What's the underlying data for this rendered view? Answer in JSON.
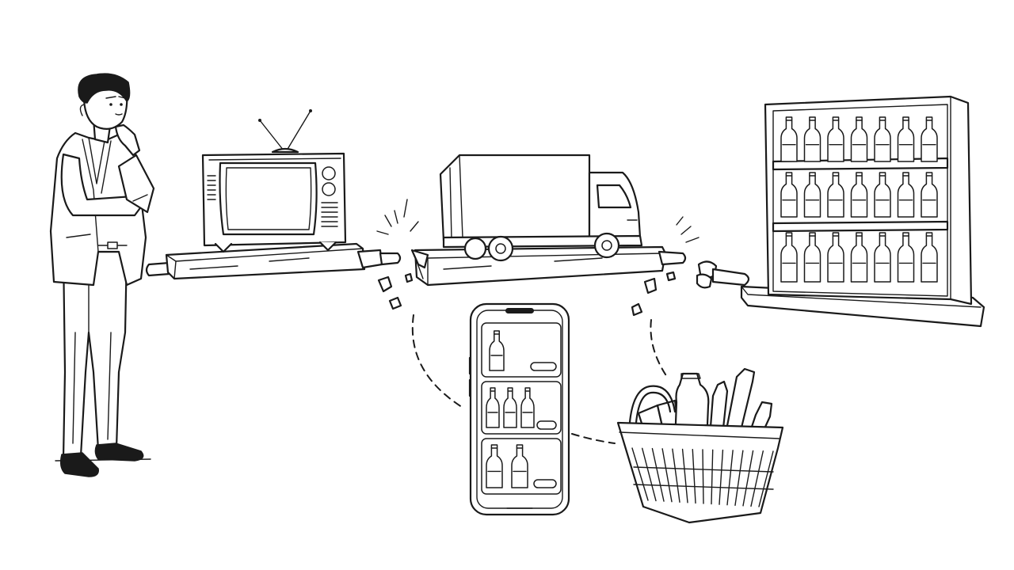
{
  "scene": {
    "background": "#ffffff",
    "ink_color": "#1a1a1a",
    "style": "black-and-white line illustration",
    "elements": {
      "person": "thinking-businessman",
      "chain": [
        "television",
        "delivery-truck",
        "retail-shelf"
      ],
      "breaks": [
        "tv-truck-link",
        "truck-shelf-link"
      ],
      "alternative_path": [
        "smartphone-shopping-app",
        "shopping-basket"
      ]
    }
  }
}
